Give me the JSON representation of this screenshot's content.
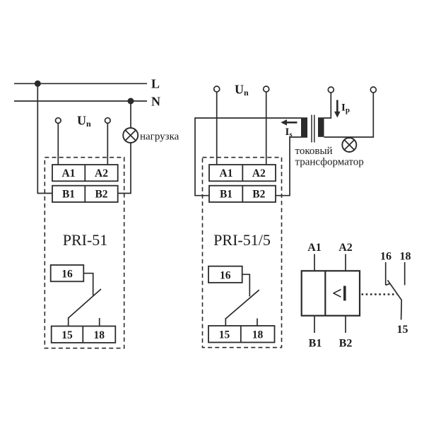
{
  "figure": {
    "kind": "relay-wiring-diagram",
    "products": [
      "PRI-51",
      "PRI-51/5"
    ]
  },
  "colors": {
    "line": "#2b2b2b",
    "text": "#1b1b1b",
    "background": "#ffffff"
  },
  "pri51": {
    "title": "PRI-51",
    "phase_label": "L",
    "neutral_label": "N",
    "supply_label": "U",
    "supply_sub": "n",
    "load_label": "нагрузка",
    "terminal_a1": "A1",
    "terminal_a2": "A2",
    "terminal_b1": "B1",
    "terminal_b2": "B2",
    "contact_16": "16",
    "contact_15": "15",
    "contact_18": "18"
  },
  "pri515": {
    "title": "PRI-51/5",
    "supply_label": "U",
    "supply_sub": "n",
    "secondary_current_label": "I",
    "secondary_current_sub": "s",
    "primary_current_label": "I",
    "primary_current_sub": "p",
    "transformer_label_line1": "токовый",
    "transformer_label_line2": "трансформатор",
    "terminal_a1": "A1",
    "terminal_a2": "A2",
    "terminal_b1": "B1",
    "terminal_b2": "B2",
    "contact_16": "16",
    "contact_15": "15",
    "contact_18": "18"
  },
  "block": {
    "terminal_a1": "A1",
    "terminal_a2": "A2",
    "terminal_b1": "B1",
    "terminal_b2": "B2",
    "comparator_symbol": "<",
    "contact_16": "16",
    "contact_18": "18",
    "contact_15": "15"
  }
}
